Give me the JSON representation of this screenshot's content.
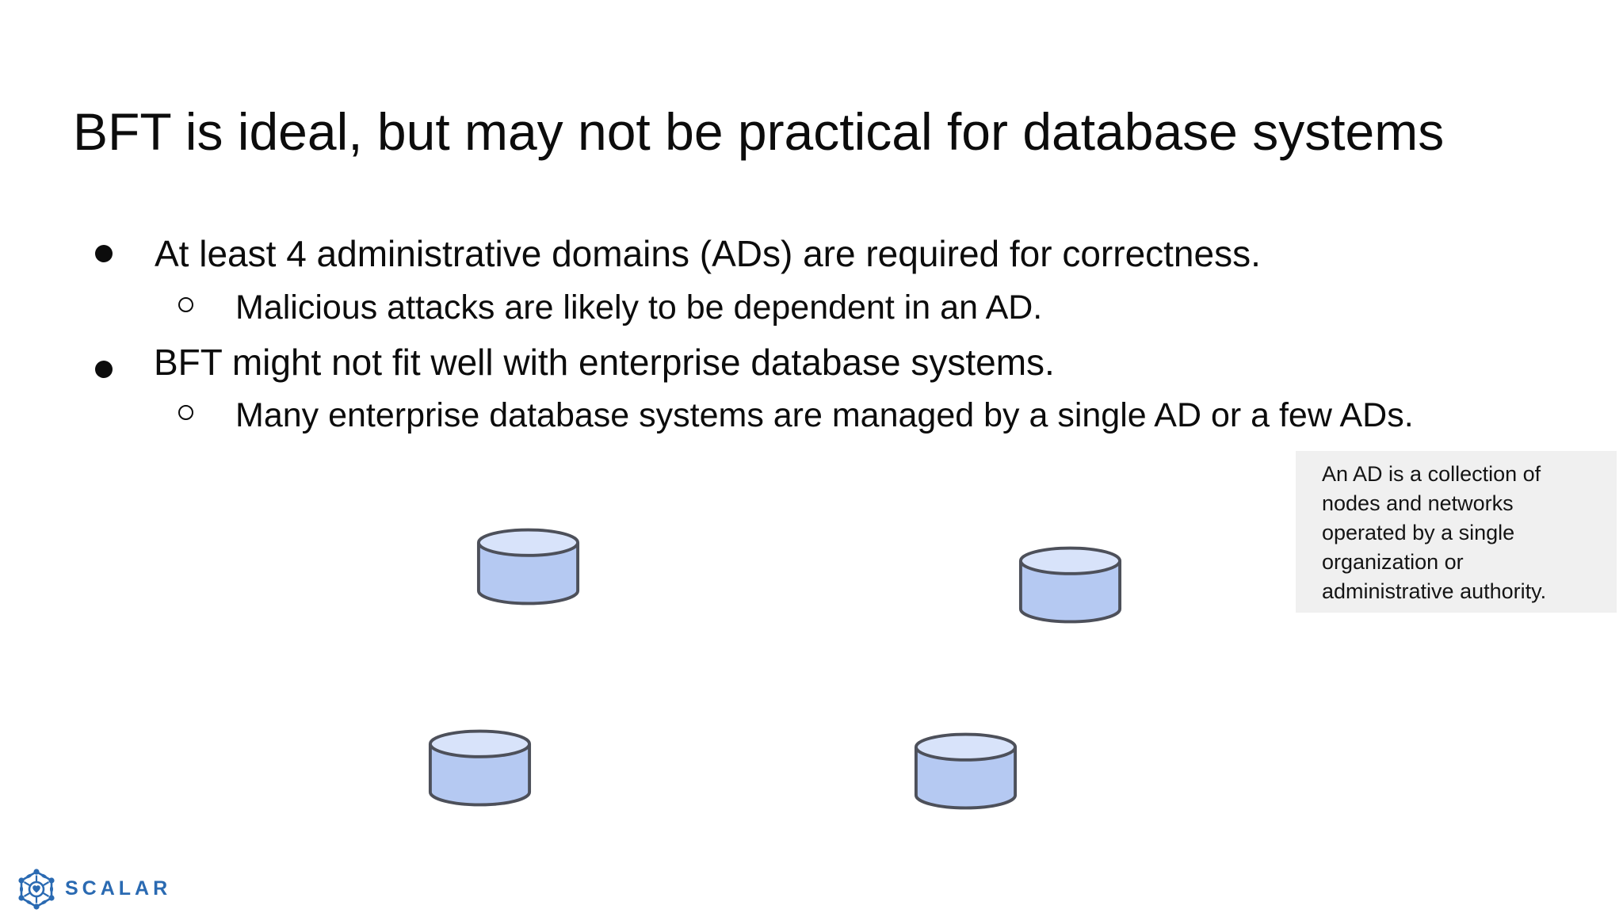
{
  "slide": {
    "title": "BFT is ideal, but may not be practical for database systems",
    "bullets": [
      {
        "level": 1,
        "text": "At least 4 administrative domains (ADs) are required for correctness."
      },
      {
        "level": 2,
        "text": "Malicious attacks are likely to be dependent in an AD."
      },
      {
        "level": 1,
        "text": "BFT might not fit well with enterprise database systems."
      },
      {
        "level": 2,
        "text": "Many enterprise database systems are managed by a single AD or a few ADs."
      }
    ],
    "note": {
      "text": "An AD is a collection of nodes and networks operated by a single organization or administrative authority.",
      "lines": [
        "An AD is a collection of",
        "nodes and networks",
        "operated by a single",
        "organization or",
        "administrative authority."
      ]
    },
    "diagram": {
      "icon_name": "database-cylinder-icon",
      "database_icon_count": 4
    },
    "footer": {
      "brand": "SCALAR"
    },
    "colors": {
      "brand_blue": "#2a6ab2",
      "cylinder_body": "#b5c9f2",
      "cylinder_top": "#d8e3fa",
      "cylinder_outline": "#4d505a",
      "note_background": "#f0f0f0",
      "text": "#0c0c0c"
    }
  }
}
